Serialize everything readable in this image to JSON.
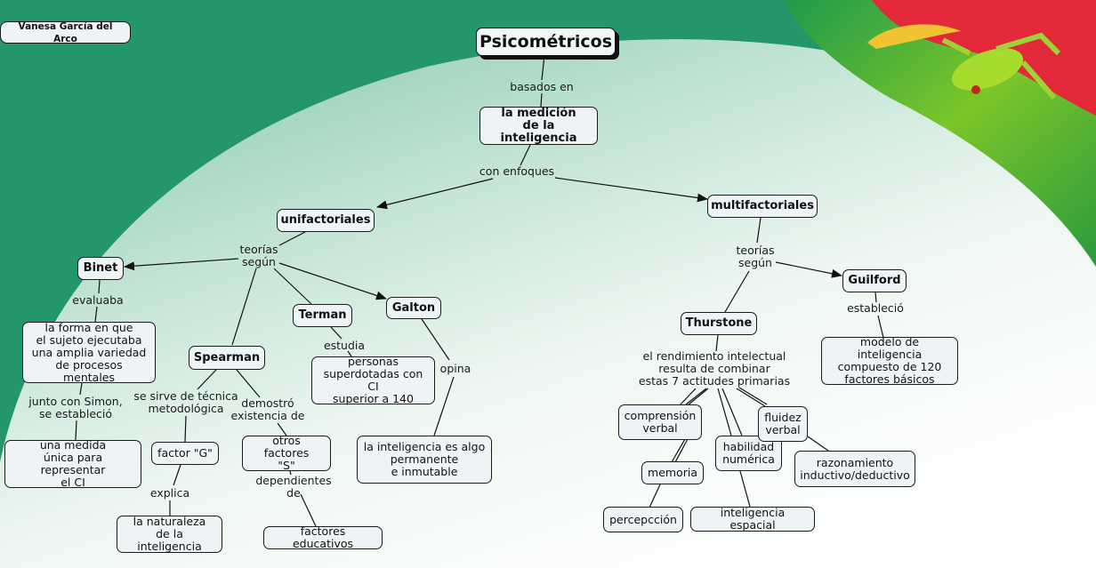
{
  "author": "Vanesa García del Arco",
  "title": "Psicométricos",
  "colors": {
    "background_green": "#23976b",
    "node_fill": "#eef4f6",
    "node_border": "#1a1a1a",
    "leaf_red": "#e8283a",
    "frog_green": "#9bd82b"
  },
  "nodes": {
    "medicion": "la medición\nde la inteligencia",
    "unifactoriales": "unifactoriales",
    "multifactoriales": "multifactoriales",
    "binet": "Binet",
    "spearman": "Spearman",
    "terman": "Terman",
    "galton": "Galton",
    "thurstone": "Thurstone",
    "guilford": "Guilford",
    "forma": "la forma en que\nel sujeto ejecutaba\nuna amplia variedad\nde procesos mentales",
    "medida": "una medida\núnica para representar\nel CI",
    "factor_g": "factor \"G\"",
    "naturaleza": "la naturaleza\nde la inteligencia",
    "factores_s": "otros factores\n\"S\"",
    "educativos": "factores educativos",
    "superdotadas": "personas\nsuperdotadas con CI\nsuperior a 140",
    "permanente": "la inteligencia es algo\npermanente\ne inmutable",
    "modelo": "modelo de inteligencia\ncompuesto de 120\nfactores básicos",
    "comprension": "comprensión\nverbal",
    "memoria": "memoria",
    "percepcion": "percepcción",
    "habilidad": "habilidad\nnumérica",
    "espacial": "inteligencia espacial",
    "fluidez": "fluidez\nverbal",
    "razonamiento": "razonamiento\ninductivo/deductivo"
  },
  "link_labels": {
    "basados_en": "basados en",
    "con_enfoques": "con enfoques",
    "teorias_uni": "teorías\nsegún",
    "teorias_multi": "teorías\nsegún",
    "evaluaba": "evaluaba",
    "junto_simon": "junto con Simon,\nse estableció",
    "se_sirve": "se sirve de técnica\nmetodológica",
    "explica": "explica",
    "demostro": "demostró\nexistencia de",
    "dependientes": "dependientes\nde",
    "estudia": "estudia",
    "opina": "opina",
    "establecio": "estableció",
    "rendimiento": "el rendimiento intelectual\nresulta de combinar\nestas 7 actitudes primarias"
  }
}
